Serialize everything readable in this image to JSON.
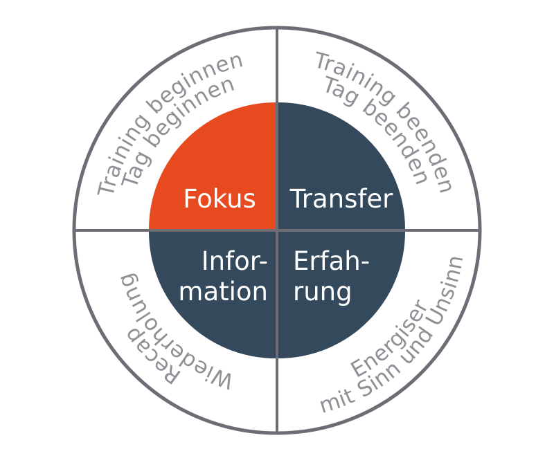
{
  "colors": {
    "fokus": "#e64a1e",
    "dark": "#344a5c",
    "ring": "#6d6d75",
    "outer_text": "#8f8f96",
    "inner_text": "#ffffff",
    "background": "#ffffff"
  },
  "quadrants": {
    "fokus": {
      "label": "Fokus"
    },
    "transfer": {
      "label": "Transfer"
    },
    "information": {
      "line1": "Infor-",
      "line2": "mation"
    },
    "erfahrung": {
      "line1": "Erfah-",
      "line2": "rung"
    }
  },
  "outer": {
    "top_left": {
      "line1": "Training beginnen",
      "line2": "Tag beginnen"
    },
    "top_right": {
      "line1": "Training beenden",
      "line2": "Tag beenden"
    },
    "bottom_left": {
      "line1": "Recap",
      "line2": "Wiederholung"
    },
    "bottom_right": {
      "line1": "Energiser",
      "line2": "mit Sinn und Unsinn"
    }
  }
}
